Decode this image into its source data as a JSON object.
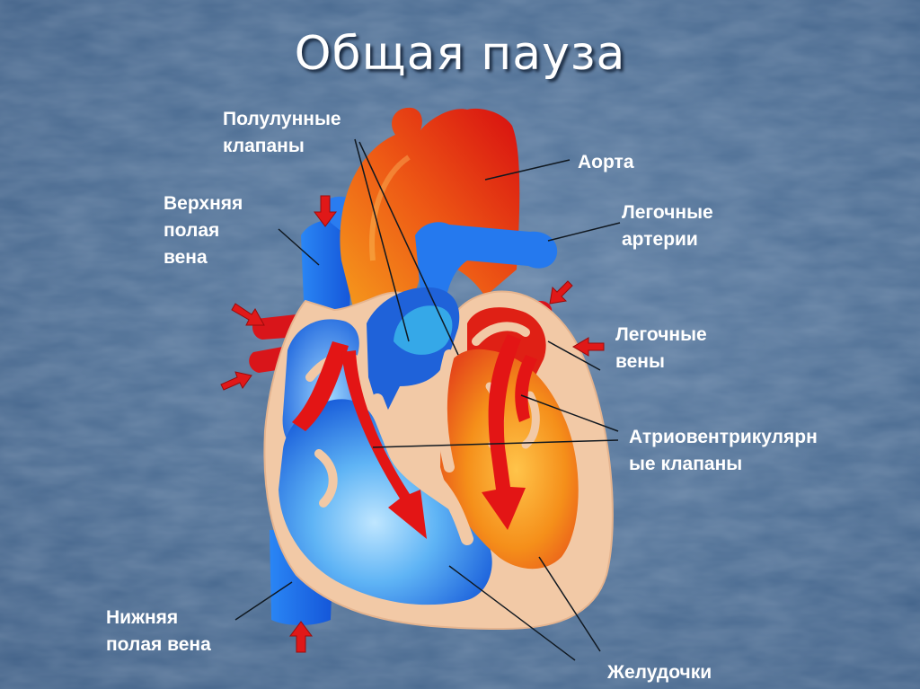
{
  "title": "Общая пауза",
  "labels": {
    "semilunar": [
      "Полулунные",
      "клапаны"
    ],
    "aorta": [
      "Аорта"
    ],
    "superior_vena_cava": [
      "Верхняя",
      "полая",
      "вена"
    ],
    "pulmonary_arteries": [
      "Легочные",
      "артерии"
    ],
    "pulmonary_veins": [
      "Легочные",
      "вены"
    ],
    "av_valves": [
      "Атриовентрикулярн",
      "ые клапаны"
    ],
    "inferior_vena_cava": [
      "Нижняя",
      "полая вена"
    ],
    "ventricles": [
      "Желудочки"
    ]
  },
  "colors": {
    "background": "#4c6d93",
    "venous_blue": "#1e6ee6",
    "arterial_red": "#e01010",
    "arterial_orange": "#f08a10",
    "wall": "#f2c9a6",
    "arrow_red": "#e31515"
  }
}
